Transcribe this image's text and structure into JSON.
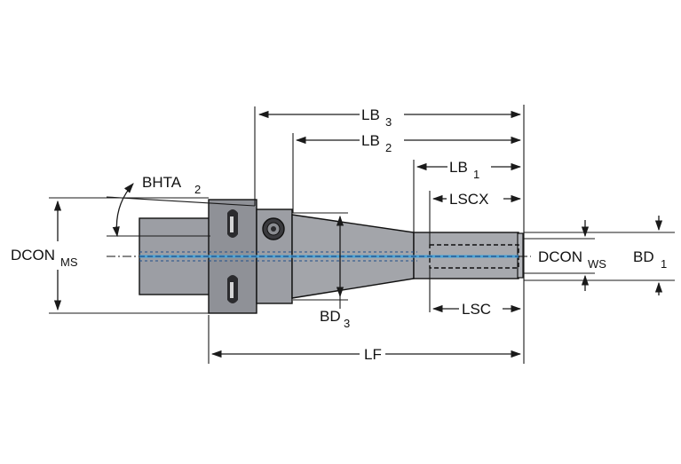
{
  "labels": {
    "lb3": {
      "main": "LB",
      "sub": "3"
    },
    "lb2": {
      "main": "LB",
      "sub": "2"
    },
    "lb1": {
      "main": "LB",
      "sub": "1"
    },
    "lscx": {
      "main": "LSCX"
    },
    "bhta2": {
      "main": "BHTA",
      "sub": "2"
    },
    "dcon_ms": {
      "main": "DCON",
      "sub": "MS"
    },
    "dcon_ws": {
      "main": "DCON",
      "sub": "WS"
    },
    "bd1": {
      "main": "BD",
      "sub": "1"
    },
    "bd3": {
      "main": "BD",
      "sub": "3"
    },
    "lsc": {
      "main": "LSC"
    },
    "lf": {
      "main": "LF"
    }
  },
  "colors": {
    "body_fill": "#9c9ea4",
    "body_dark": "#6f7178",
    "tip_fill": "#a7a9ae",
    "coolant_line": "#4aa3d6",
    "coolant_dash": "#1f4e8a",
    "line": "#1a1a1a"
  }
}
